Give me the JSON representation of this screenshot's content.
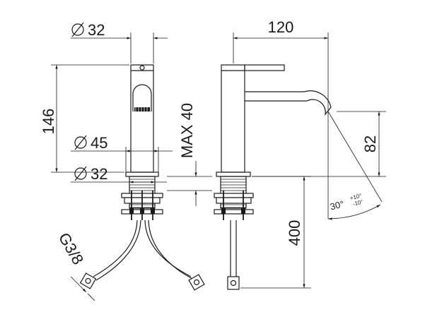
{
  "dimensions": {
    "top_diameter": "32",
    "height_146": "146",
    "base_diameter_45": "45",
    "base_diameter_32": "32",
    "max_40": "MAX 40",
    "spout_reach": "120",
    "spout_height": "82",
    "angle_main": "30°",
    "angle_plus": "+10°",
    "angle_minus": "-10°",
    "hose_length": "400",
    "thread": "G3/8"
  },
  "symbols": {
    "diameter": "diameter-symbol"
  }
}
